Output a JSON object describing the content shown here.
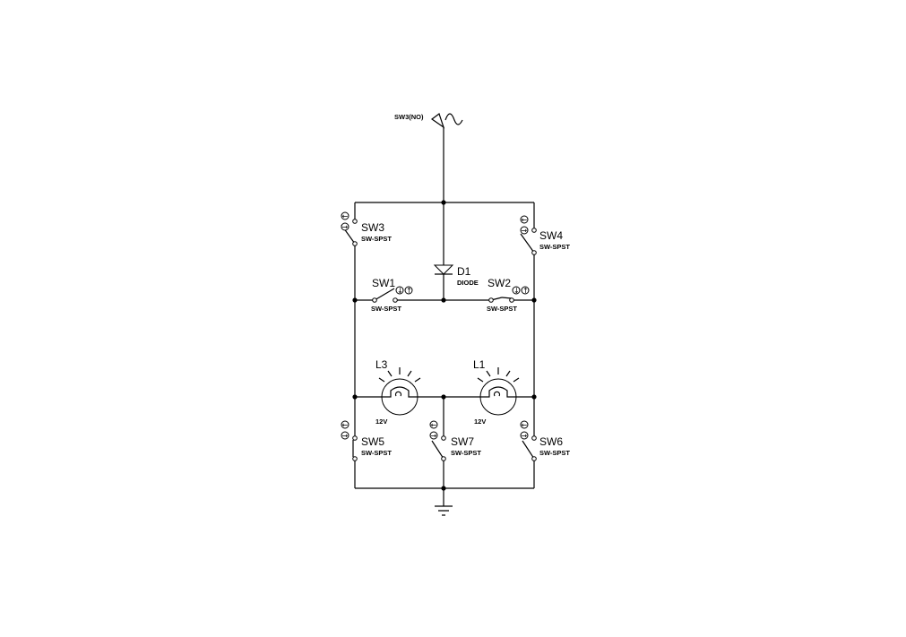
{
  "source": {
    "label": "SW3(NO)"
  },
  "diode": {
    "name": "D1",
    "type": "DIODE"
  },
  "switches": [
    {
      "name": "SW3",
      "type": "SW-SPST",
      "state": "open"
    },
    {
      "name": "SW4",
      "type": "SW-SPST",
      "state": "open"
    },
    {
      "name": "SW1",
      "type": "SW-SPST",
      "state": "open"
    },
    {
      "name": "SW2",
      "type": "SW-SPST",
      "state": "closed"
    },
    {
      "name": "SW5",
      "type": "SW-SPST",
      "state": "closed"
    },
    {
      "name": "SW7",
      "type": "SW-SPST",
      "state": "open"
    },
    {
      "name": "SW6",
      "type": "SW-SPST",
      "state": "open"
    }
  ],
  "lamps": [
    {
      "name": "L3",
      "rating": "12V"
    },
    {
      "name": "L1",
      "rating": "12V"
    }
  ],
  "buttons": {
    "left": "←",
    "right": "→",
    "down": "↓",
    "up": "↑"
  }
}
